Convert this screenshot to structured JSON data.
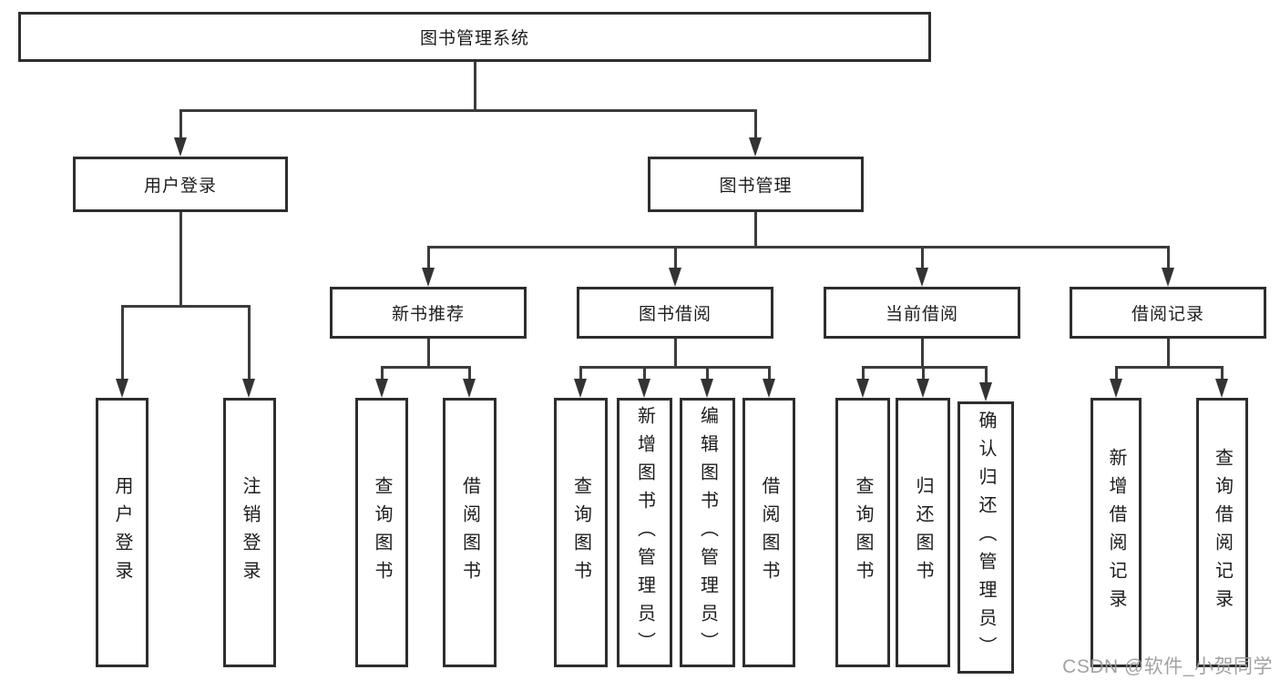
{
  "diagram": {
    "root": {
      "label": "图书管理系统"
    },
    "branches": [
      {
        "label": "用户登录",
        "children": [
          {
            "label": "用户登录"
          },
          {
            "label": "注销登录"
          }
        ]
      },
      {
        "label": "图书管理",
        "children": [
          {
            "label": "新书推荐",
            "children": [
              {
                "label": "查询图书"
              },
              {
                "label": "借阅图书"
              }
            ]
          },
          {
            "label": "图书借阅",
            "children": [
              {
                "label": "查询图书"
              },
              {
                "label": "新增图书（管理员）"
              },
              {
                "label": "编辑图书（管理员）"
              },
              {
                "label": "借阅图书"
              }
            ]
          },
          {
            "label": "当前借阅",
            "children": [
              {
                "label": "查询图书"
              },
              {
                "label": "归还图书"
              },
              {
                "label": "确认归还（管理员）"
              }
            ]
          },
          {
            "label": "借阅记录",
            "children": [
              {
                "label": "新增借阅记录"
              },
              {
                "label": "查询借阅记录"
              }
            ]
          }
        ]
      }
    ]
  },
  "colors": {
    "box_border": "#2e2e2e",
    "line": "#3c3c3c",
    "text": "#1c1c1c",
    "watermark": "#9b9b9b"
  },
  "watermark": {
    "text": "CSDN @软件_小贺同学"
  }
}
